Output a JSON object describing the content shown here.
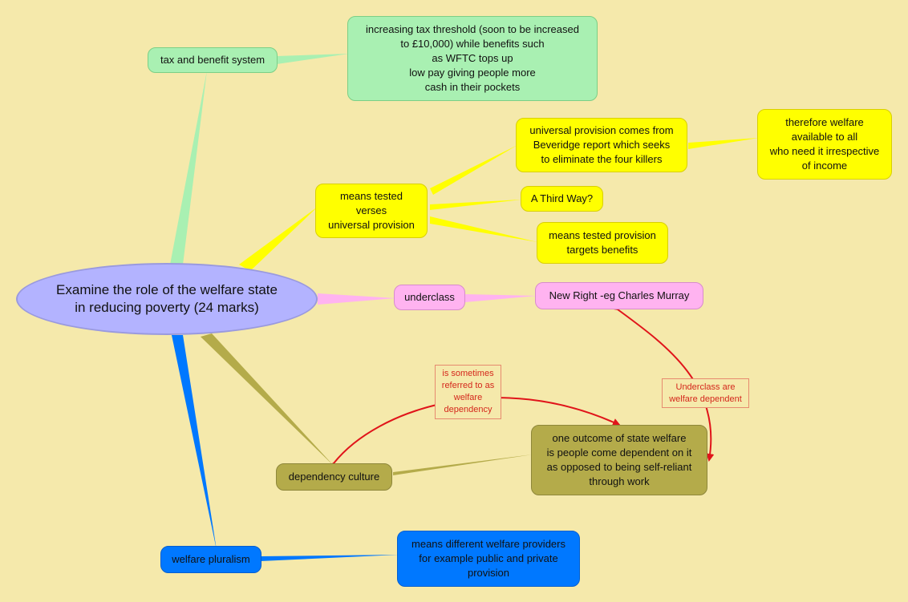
{
  "central": {
    "text": "Examine the role of the welfare state\nin reducing poverty (24 marks)"
  },
  "nodes": {
    "tax": "tax and benefit system",
    "tax_detail": "increasing tax threshold (soon to be increased\nto  £10,000) while benefits such\nas WFTC tops up\nlow pay giving people more\ncash in their pockets",
    "means": "means tested\nverses\nuniversal provision",
    "universal": "universal provision comes from\nBeveridge report which seeks\nto eliminate the four killers",
    "therefore": "therefore welfare\navailable to all\nwho need it irrespective\nof income",
    "third_way": "A Third Way?",
    "means_targets": "means tested provision\ntargets benefits",
    "underclass": "underclass",
    "new_right": "New Right -eg Charles Murray",
    "dependency": "dependency culture",
    "outcome": "one outcome of state welfare\nis people come dependent on it\nas opposed to being self-reliant\nthrough work",
    "pluralism": "welfare pluralism",
    "pluralism_detail": "means different welfare providers\nfor example public and private\nprovision"
  },
  "link_labels": {
    "sometimes": "is sometimes\nreferred to as\nwelfare\ndependency",
    "underclass_dep": "Underclass are\nwelfare dependent"
  },
  "colors": {
    "background": "#f5e9ab",
    "central": "#b3b3ff",
    "green": "#a9f0b2",
    "yellow": "#ffff00",
    "pink": "#ffb3f0",
    "olive": "#b4ab4a",
    "blue": "#0078ff",
    "arrow": "#e0141a"
  }
}
